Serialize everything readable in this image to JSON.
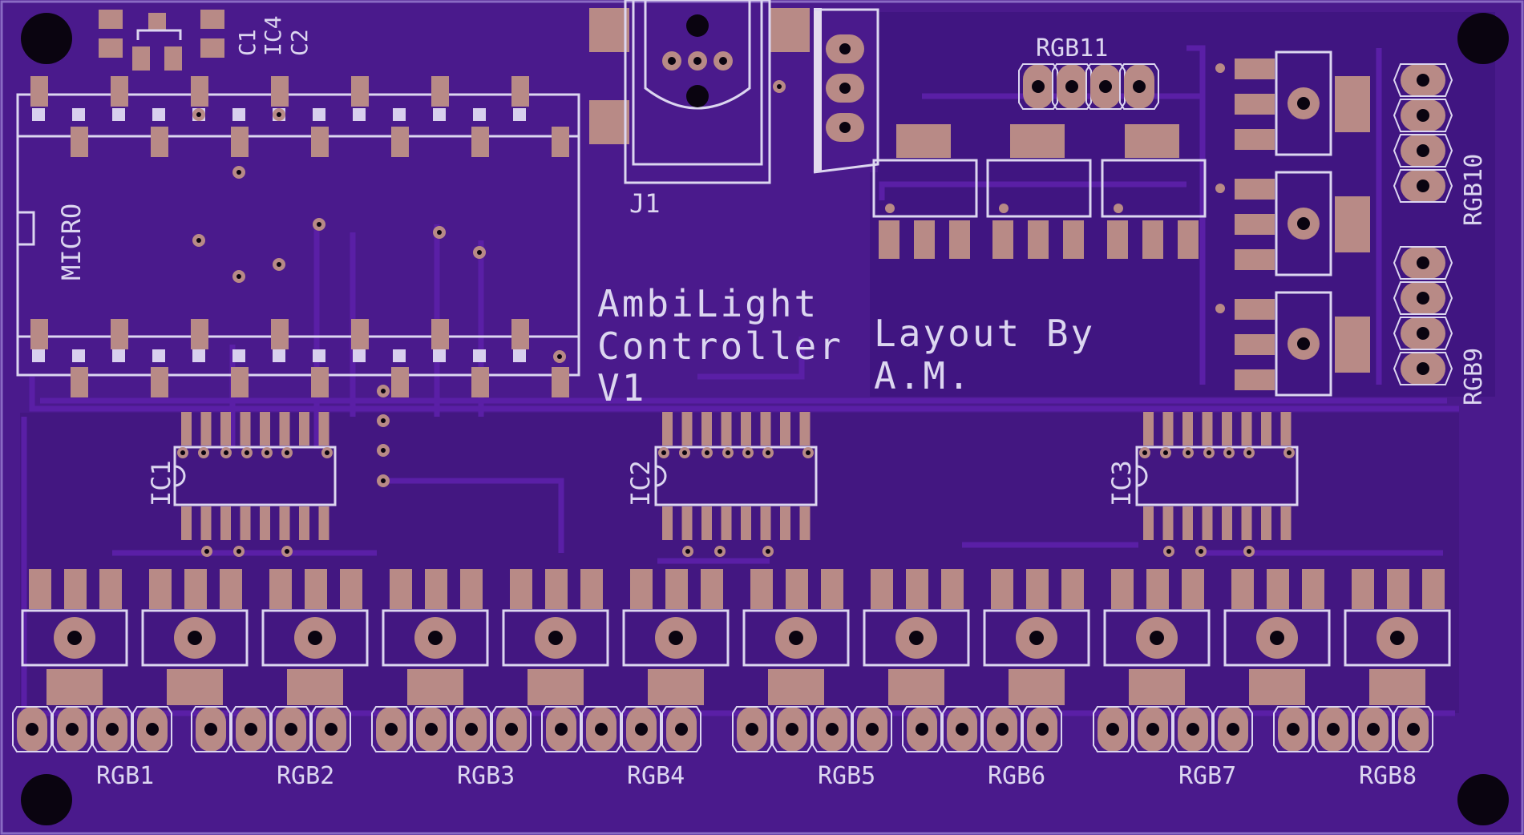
{
  "board": {
    "title_line1": "AmbiLight",
    "title_line2": "Controller",
    "title_line3": "V1",
    "credit_line1": "Layout By",
    "credit_line2": "A.M."
  },
  "labels": {
    "micro": "MICRO",
    "j1": "J1",
    "c1": "C1",
    "ic4": "IC4",
    "c2": "C2",
    "ic1": "IC1",
    "ic2": "IC2",
    "ic3": "IC3",
    "rgb": [
      "RGB1",
      "RGB2",
      "RGB3",
      "RGB4",
      "RGB5",
      "RGB6",
      "RGB7",
      "RGB8",
      "RGB9",
      "RGB10",
      "RGB11"
    ]
  },
  "colors": {
    "board": "#4a1a8c",
    "board_dark": "#3c1477",
    "copper": "#b88a86",
    "silkscreen": "#dcd6f0",
    "hole": "#0a0410"
  }
}
